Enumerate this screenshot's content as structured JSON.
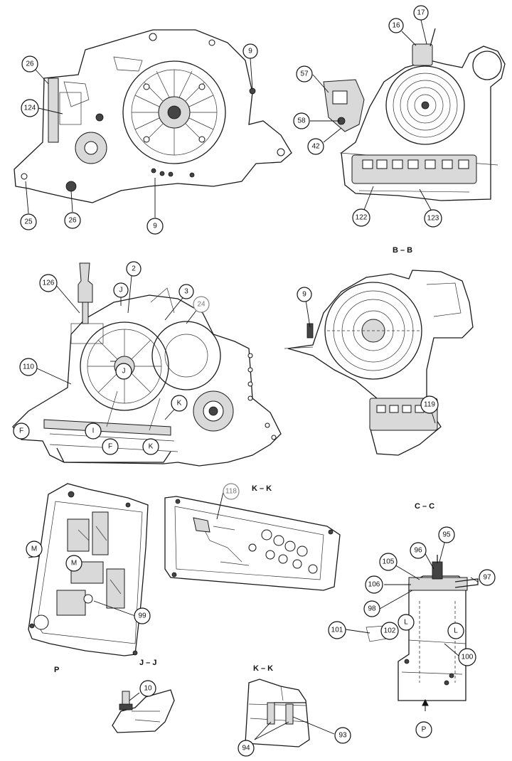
{
  "section_labels": {
    "bb": "B – B",
    "kk_top": "K – K",
    "cc": "C – C",
    "p": "P",
    "jj": "J – J",
    "kk_bottom": "K – K"
  },
  "callouts": {
    "c17": "17",
    "c16": "16",
    "c9_top": "9",
    "c26_top": "26",
    "c124": "124",
    "c57": "57",
    "c58": "58",
    "c42": "42",
    "c25": "25",
    "c26_bottom": "26",
    "c9_bottom": "9",
    "c122": "122",
    "c123": "123",
    "c2": "2",
    "c126": "126",
    "cJ_upper": "J",
    "c3": "3",
    "c24": "24",
    "c9_bb": "9",
    "cJ_lower": "J",
    "c110": "110",
    "cK_right": "K",
    "cF_left": "F",
    "cI": "I",
    "cF_mid": "F",
    "cK_bottom": "K",
    "c119": "119",
    "c118": "118",
    "cM_left": "M",
    "cM_inner": "M",
    "c95": "95",
    "c96": "96",
    "c105": "105",
    "c97": "97",
    "c106": "106",
    "c98": "98",
    "c99": "99",
    "cL_left": "L",
    "cL_right": "L",
    "c101": "101",
    "c102": "102",
    "c100": "100",
    "c10": "10",
    "c93": "93",
    "c94": "94",
    "cP": "P"
  },
  "colors": {
    "ink": "#111111",
    "paper": "#ffffff",
    "shade": "#d9d9d9"
  }
}
